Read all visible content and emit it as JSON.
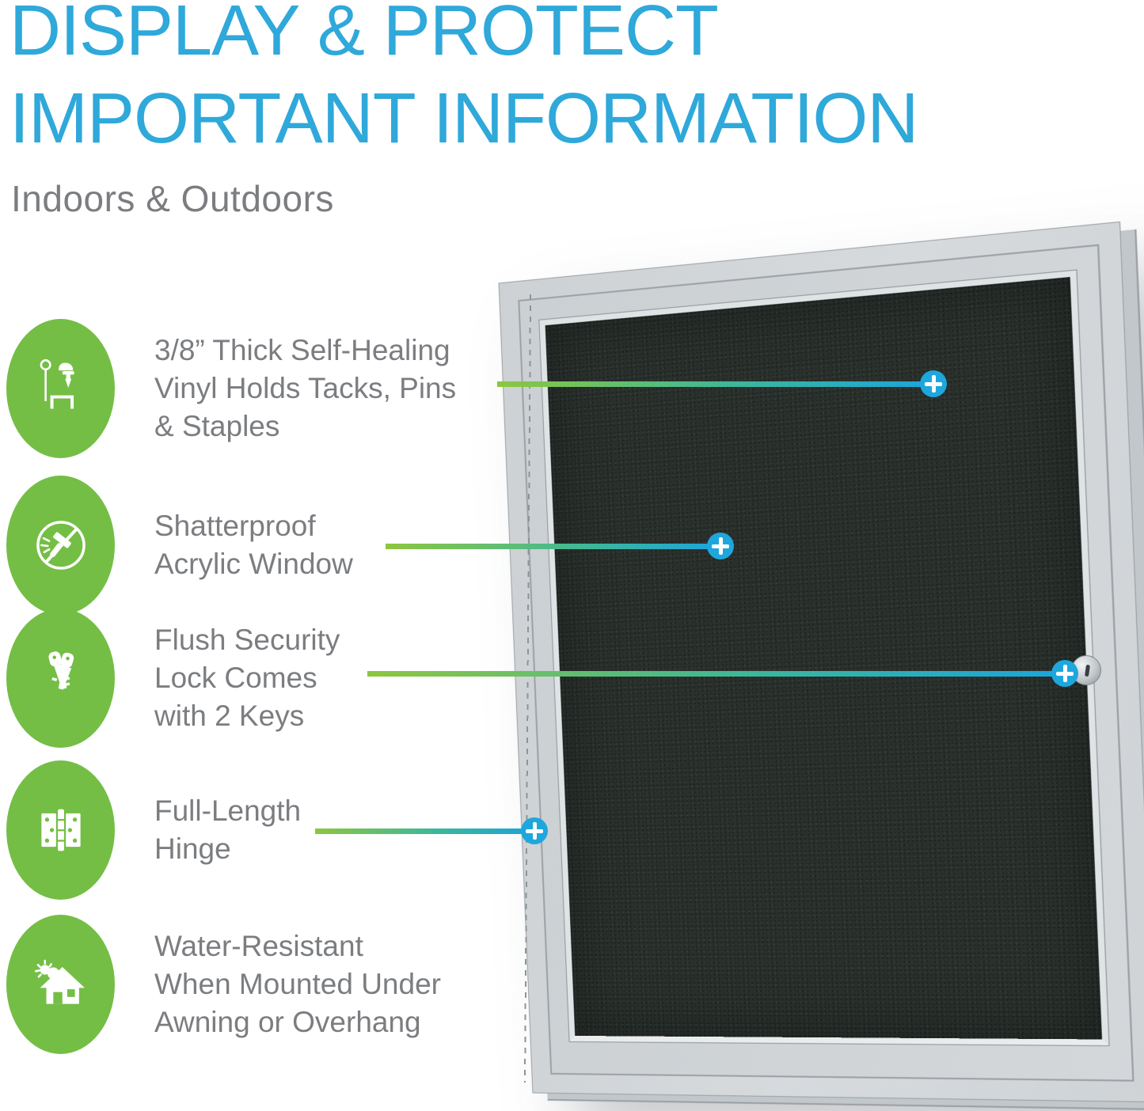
{
  "header": {
    "title_line1": "DISPLAY & PROTECT",
    "title_line2": "IMPORTANT INFORMATION",
    "subtitle": "Indoors & Outdoors"
  },
  "features": [
    {
      "icon": "tack-pin-staple-icon",
      "lines": [
        "3/8” Thick Self-Healing",
        "Vinyl Holds Tacks, Pins",
        "& Staples"
      ]
    },
    {
      "icon": "no-hammer-icon",
      "lines": [
        "Shatterproof",
        "Acrylic Window"
      ]
    },
    {
      "icon": "keys-icon",
      "lines": [
        "Flush Security",
        "Lock Comes",
        "with 2 Keys"
      ]
    },
    {
      "icon": "hinge-icon",
      "lines": [
        "Full-Length",
        "Hinge"
      ]
    },
    {
      "icon": "house-awning-icon",
      "lines": [
        "Water-Resistant",
        "When Mounted Under",
        "Awning or Overhang"
      ]
    }
  ],
  "callouts": [
    {
      "feature": "self-healing vinyl surface"
    },
    {
      "feature": "acrylic window"
    },
    {
      "feature": "flush security lock"
    },
    {
      "feature": "full-length hinge"
    }
  ],
  "board": {
    "type": "enclosed bulletin board",
    "frame": "satin aluminum",
    "surface": "dark vinyl tackboard",
    "has_keyhole_lock": true
  },
  "colors": {
    "title_blue": "#2fa8da",
    "text_gray": "#7b7d80",
    "feature_green": "#74be45",
    "line_green": "#8dc63f",
    "line_blue": "#1ba4db",
    "marker_blue": "#1ea7dc",
    "frame_silver": "#d2d5d8",
    "vinyl_dark": "#2a312d"
  }
}
